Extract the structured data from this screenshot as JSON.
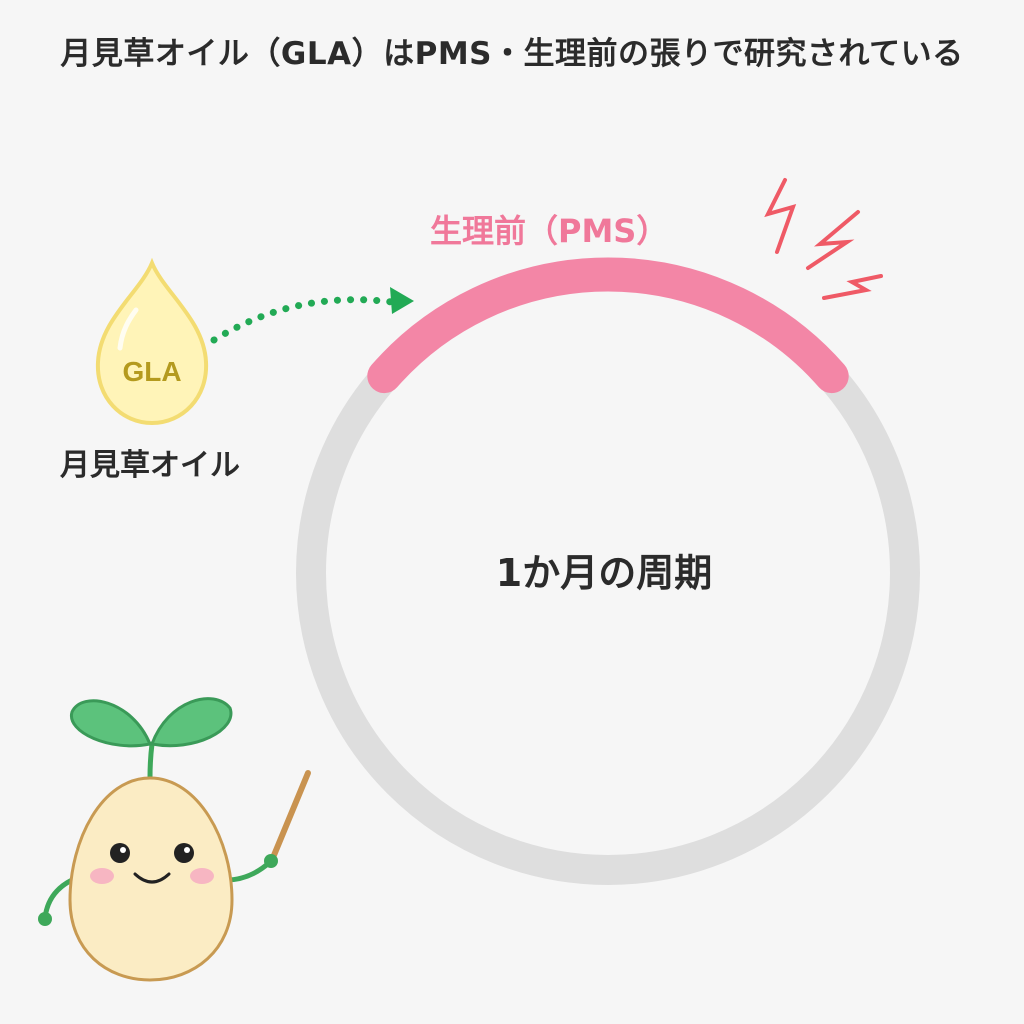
{
  "title": "月見草オイル（GLA）はPMS・生理前の張りで研究されている",
  "cycle": {
    "label": "1か月の周期",
    "phase_label": "生理前（PMS）",
    "phase_color": "#f386a6",
    "ring_color": "#dedede"
  },
  "oil": {
    "drop_text": "GLA",
    "label": "月見草オイル",
    "drop_fill": "#fff4b8",
    "drop_stroke": "#f3dc72",
    "text_color": "#b49a1e"
  },
  "arrow": {
    "color": "#22aa55",
    "style": "dotted"
  },
  "icons": {
    "lightning": "lightning-icon",
    "mascot": "seedling-mascot"
  },
  "mascot_colors": {
    "leaf": "#5cc27c",
    "body": "#fbecc4",
    "cheek": "#f7b6c2"
  }
}
